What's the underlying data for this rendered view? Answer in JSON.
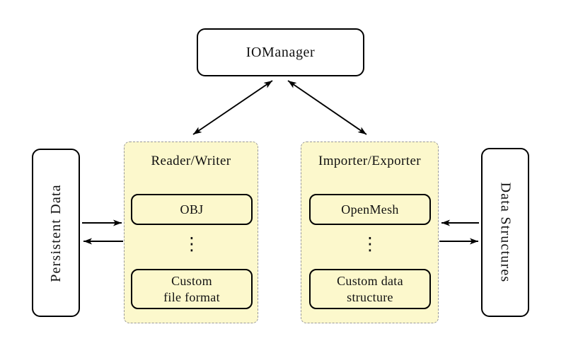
{
  "colors": {
    "canvas-bg": "#ffffff",
    "node-fill": "#ffffff",
    "node-border": "#000000",
    "group-fill": "#fcf8cc",
    "group-border": "#999999",
    "arrow": "#000000",
    "text": "#111111"
  },
  "nodes": {
    "iomanager": {
      "label": "IOManager"
    },
    "persistent_data": {
      "label": "Persistent Data"
    },
    "data_structures": {
      "label": "Data Structures"
    }
  },
  "groups": {
    "reader_writer": {
      "title": "Reader/Writer",
      "item_top": "OBJ",
      "item_bottom_line1": "Custom",
      "item_bottom_line2": "file format"
    },
    "importer_exporter": {
      "title": "Importer/Exporter",
      "item_top": "OpenMesh",
      "item_bottom_line1": "Custom data",
      "item_bottom_line2": "structure"
    }
  },
  "icons": {
    "vdots_glyph": "⋮"
  },
  "connections": [
    {
      "from": "iomanager",
      "to": "reader_writer",
      "type": "bidirectional"
    },
    {
      "from": "iomanager",
      "to": "importer_exporter",
      "type": "bidirectional"
    },
    {
      "from": "persistent_data",
      "to": "reader_writer",
      "type": "arrow"
    },
    {
      "from": "reader_writer",
      "to": "persistent_data",
      "type": "arrow"
    },
    {
      "from": "data_structures",
      "to": "importer_exporter",
      "type": "arrow"
    },
    {
      "from": "importer_exporter",
      "to": "data_structures",
      "type": "arrow"
    }
  ]
}
